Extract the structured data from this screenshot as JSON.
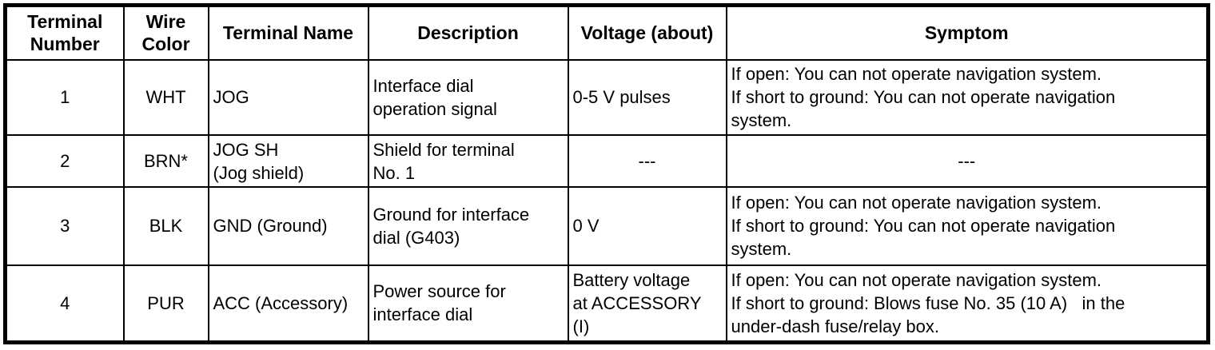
{
  "table": {
    "headers": {
      "terminal_number": "Terminal\nNumber",
      "wire_color": "Wire\nColor",
      "terminal_name": "Terminal Name",
      "description": "Description",
      "voltage": "Voltage (about)",
      "symptom": "Symptom"
    },
    "rows": [
      {
        "terminal_number": "1",
        "wire_color": "WHT",
        "terminal_name": "JOG",
        "description": "Interface dial\noperation signal",
        "voltage": "0-5 V pulses",
        "symptom": "If open: You can not operate navigation system.\nIf short to ground: You can not operate navigation\nsystem."
      },
      {
        "terminal_number": "2",
        "wire_color": "BRN*",
        "terminal_name": "JOG SH\n(Jog shield)",
        "description": "Shield for terminal\nNo. 1",
        "voltage": "---",
        "symptom": "---"
      },
      {
        "terminal_number": "3",
        "wire_color": "BLK",
        "terminal_name": "GND (Ground)",
        "description": "Ground for interface\ndial (G403)",
        "voltage": "0 V",
        "symptom": "If open: You can not operate navigation system.\nIf short to ground: You can not operate navigation\nsystem."
      },
      {
        "terminal_number": "4",
        "wire_color": "PUR",
        "terminal_name": "ACC (Accessory)",
        "description": "Power source for\ninterface dial",
        "voltage": "Battery voltage\nat ACCESSORY\n(I)",
        "symptom": "If open: You can not operate navigation system.\nIf short to ground: Blows fuse No. 35 (10 A)   in the\nunder-dash fuse/relay box."
      }
    ]
  }
}
